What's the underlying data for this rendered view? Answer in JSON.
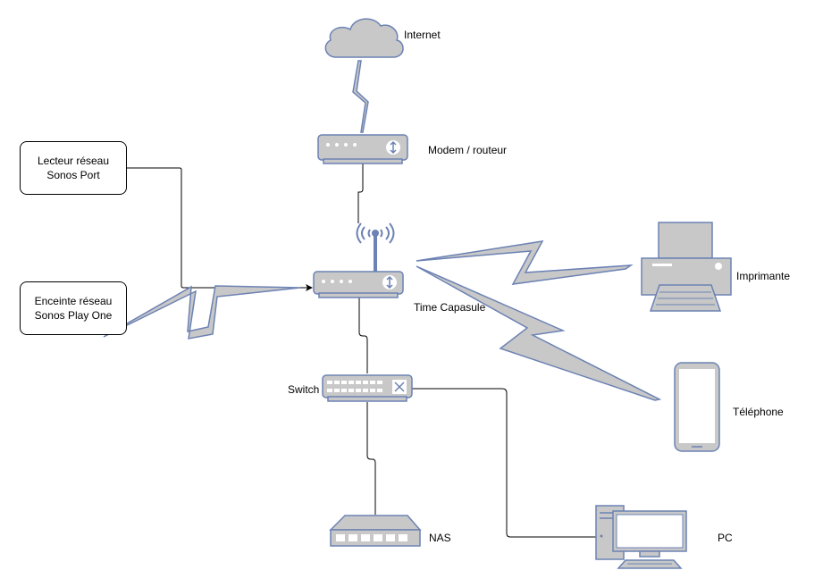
{
  "colors": {
    "fill": "#c8c8c8",
    "stroke": "#6c82b4",
    "line": "#000000"
  },
  "nodes": {
    "internet": {
      "label": "Internet",
      "icon": "cloud-icon"
    },
    "modem": {
      "label": "Modem / routeur",
      "icon": "router-icon"
    },
    "time_capsule": {
      "label": "Time Capasule",
      "icon": "wireless-router-icon"
    },
    "switch": {
      "label": "Switch",
      "icon": "switch-icon"
    },
    "nas": {
      "label": "NAS",
      "icon": "nas-icon"
    },
    "pc": {
      "label": "PC",
      "icon": "desktop-pc-icon"
    },
    "printer": {
      "label": "Imprimante",
      "icon": "printer-icon"
    },
    "phone": {
      "label": "Téléphone",
      "icon": "smartphone-icon"
    },
    "sonos_port": {
      "label": "Lecteur réseau\nSonos Port"
    },
    "sonos_play": {
      "label": "Enceinte réseau\nSonos Play One"
    }
  }
}
